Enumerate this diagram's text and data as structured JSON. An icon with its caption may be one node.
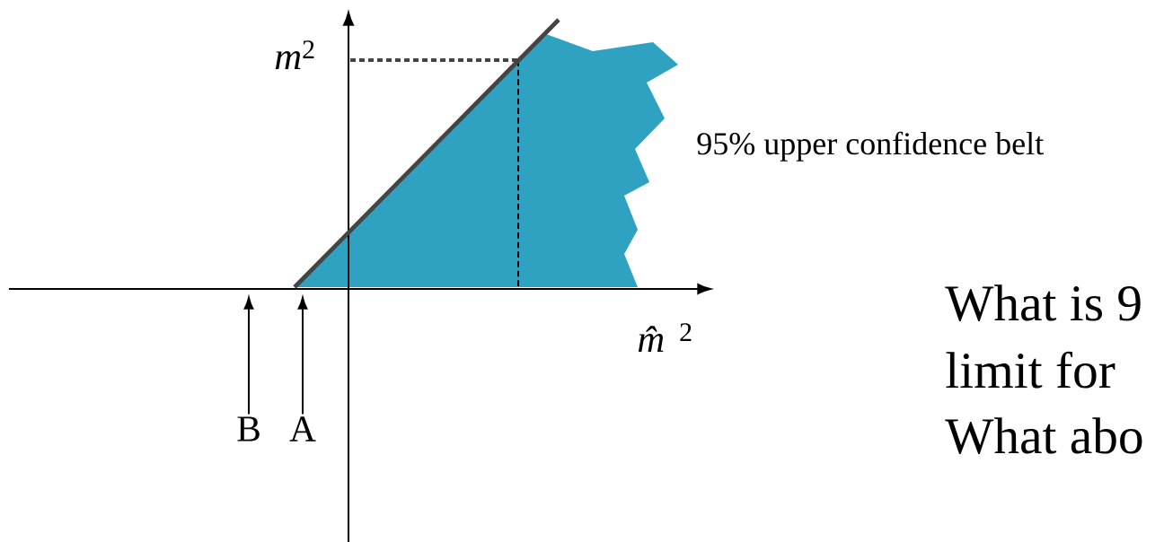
{
  "diagram": {
    "nodes": [
      {
        "text": [
          "B"
        ]
      },
      {
        "text": [
          "A"
        ]
      }
    ],
    "edges": [
      {
        "from": 0,
        "to": null,
        "arrow": "to"
      },
      {
        "from": 1,
        "to": null,
        "arrow": "to"
      }
    ],
    "labels": [
      "*m*$^{2}$",
      "95% upper confidence belt",
      "*m̂*$^{2}$",
      "What is 9",
      "limit for",
      "What abo"
    ]
  }
}
